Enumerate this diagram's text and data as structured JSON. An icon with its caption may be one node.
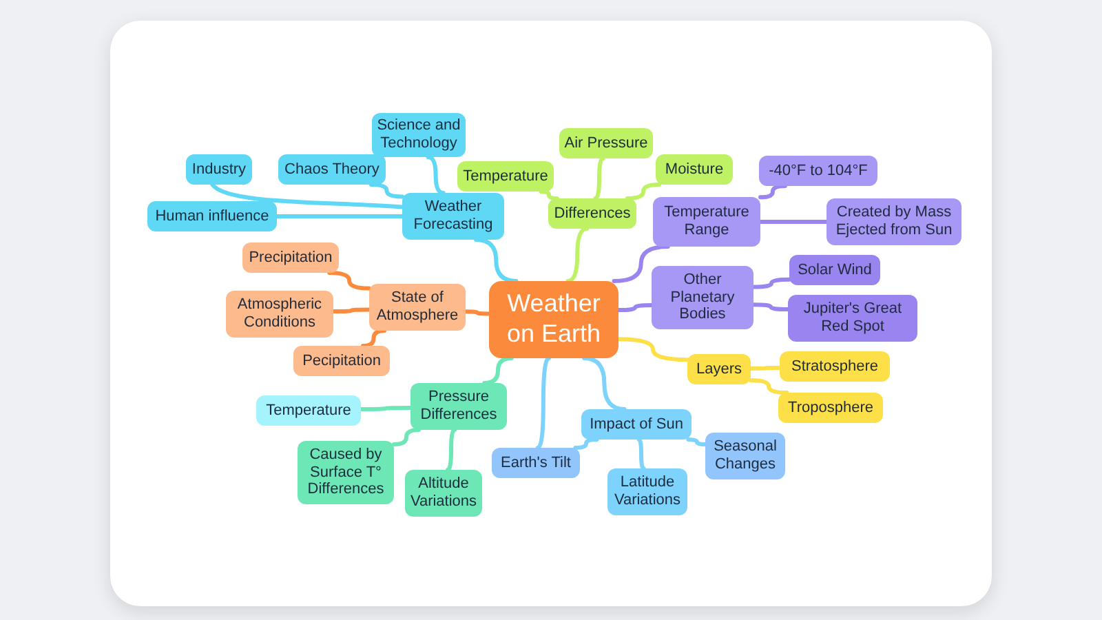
{
  "diagram": {
    "nodes": [
      {
        "text": [
          "Weather on Earth"
        ]
      },
      {
        "text": [
          "Weather Forecasting"
        ]
      },
      {
        "text": [
          "Science and Technology"
        ]
      },
      {
        "text": [
          "Chaos Theory"
        ]
      },
      {
        "text": [
          "Industry"
        ]
      },
      {
        "text": [
          "Human influence"
        ]
      },
      {
        "text": [
          "Differences"
        ]
      },
      {
        "text": [
          "Temperature"
        ]
      },
      {
        "text": [
          "Air Pressure"
        ]
      },
      {
        "text": [
          "Moisture"
        ]
      },
      {
        "text": [
          "Temperature Range"
        ]
      },
      {
        "text": [
          "-40°F to 104°F"
        ]
      },
      {
        "text": [
          "Created by Mass Ejected from Sun"
        ]
      },
      {
        "text": [
          "Other Planetary Bodies"
        ]
      },
      {
        "text": [
          "Solar Wind"
        ]
      },
      {
        "text": [
          "Jupiter's Great Red Spot"
        ]
      },
      {
        "text": [
          "Layers"
        ]
      },
      {
        "text": [
          "Stratosphere"
        ]
      },
      {
        "text": [
          "Troposphere"
        ]
      },
      {
        "text": [
          "Impact of Sun"
        ]
      },
      {
        "text": [
          "Earth's Tilt"
        ]
      },
      {
        "text": [
          "Latitude Variations"
        ]
      },
      {
        "text": [
          "Seasonal Changes"
        ]
      },
      {
        "text": [
          "Pressure Differences"
        ]
      },
      {
        "text": [
          "Temperature"
        ]
      },
      {
        "text": [
          "Caused by Surface T° Differences"
        ]
      },
      {
        "text": [
          "Altitude Variations"
        ]
      },
      {
        "text": [
          "State of Atmosphere"
        ]
      },
      {
        "text": [
          "Precipitation"
        ]
      },
      {
        "text": [
          "Atmospheric Conditions"
        ]
      },
      {
        "text": [
          "Pecipitation"
        ]
      }
    ],
    "edges": [
      {
        "from": 0,
        "to": 1,
        "arrow": "none",
        "color": "#5fd8f5"
      },
      {
        "from": 1,
        "to": 2,
        "arrow": "none",
        "color": "#5fd8f5"
      },
      {
        "from": 1,
        "to": 3,
        "arrow": "none",
        "color": "#5fd8f5"
      },
      {
        "from": 1,
        "to": 4,
        "arrow": "none",
        "color": "#5fd8f5"
      },
      {
        "from": 1,
        "to": 5,
        "arrow": "none",
        "color": "#5fd8f5"
      },
      {
        "from": 0,
        "to": 6,
        "arrow": "none",
        "color": "#bef264"
      },
      {
        "from": 6,
        "to": 7,
        "arrow": "none",
        "color": "#bef264"
      },
      {
        "from": 6,
        "to": 8,
        "arrow": "none",
        "color": "#bef264"
      },
      {
        "from": 6,
        "to": 9,
        "arrow": "none",
        "color": "#bef264"
      },
      {
        "from": 0,
        "to": 10,
        "arrow": "none",
        "color": "#9a85f0"
      },
      {
        "from": 10,
        "to": 11,
        "arrow": "none",
        "color": "#9a85f0"
      },
      {
        "from": 10,
        "to": 12,
        "arrow": "none",
        "color": "#9a85f0"
      },
      {
        "from": 0,
        "to": 13,
        "arrow": "none",
        "color": "#9a85f0"
      },
      {
        "from": 13,
        "to": 14,
        "arrow": "none",
        "color": "#9a85f0"
      },
      {
        "from": 13,
        "to": 15,
        "arrow": "none",
        "color": "#9a85f0"
      },
      {
        "from": 0,
        "to": 16,
        "arrow": "none",
        "color": "#fde047"
      },
      {
        "from": 16,
        "to": 17,
        "arrow": "none",
        "color": "#fde047"
      },
      {
        "from": 16,
        "to": 18,
        "arrow": "none",
        "color": "#fde047"
      },
      {
        "from": 0,
        "to": 19,
        "arrow": "none",
        "color": "#7dd3fc"
      },
      {
        "from": 0,
        "to": 20,
        "arrow": "none",
        "color": "#7dd3fc"
      },
      {
        "from": 19,
        "to": 20,
        "arrow": "none",
        "color": "#7dd3fc"
      },
      {
        "from": 19,
        "to": 21,
        "arrow": "none",
        "color": "#7dd3fc"
      },
      {
        "from": 19,
        "to": 22,
        "arrow": "none",
        "color": "#7dd3fc"
      },
      {
        "from": 0,
        "to": 23,
        "arrow": "none",
        "color": "#6ee7b7"
      },
      {
        "from": 23,
        "to": 24,
        "arrow": "none",
        "color": "#6ee7b7"
      },
      {
        "from": 23,
        "to": 25,
        "arrow": "none",
        "color": "#6ee7b7"
      },
      {
        "from": 23,
        "to": 26,
        "arrow": "none",
        "color": "#6ee7b7"
      },
      {
        "from": 0,
        "to": 27,
        "arrow": "none",
        "color": "#fb8a3c"
      },
      {
        "from": 27,
        "to": 28,
        "arrow": "none",
        "color": "#fb8a3c"
      },
      {
        "from": 27,
        "to": 29,
        "arrow": "none",
        "color": "#fb8a3c"
      },
      {
        "from": 27,
        "to": 30,
        "arrow": "none",
        "color": "#fb8a3c"
      }
    ]
  }
}
